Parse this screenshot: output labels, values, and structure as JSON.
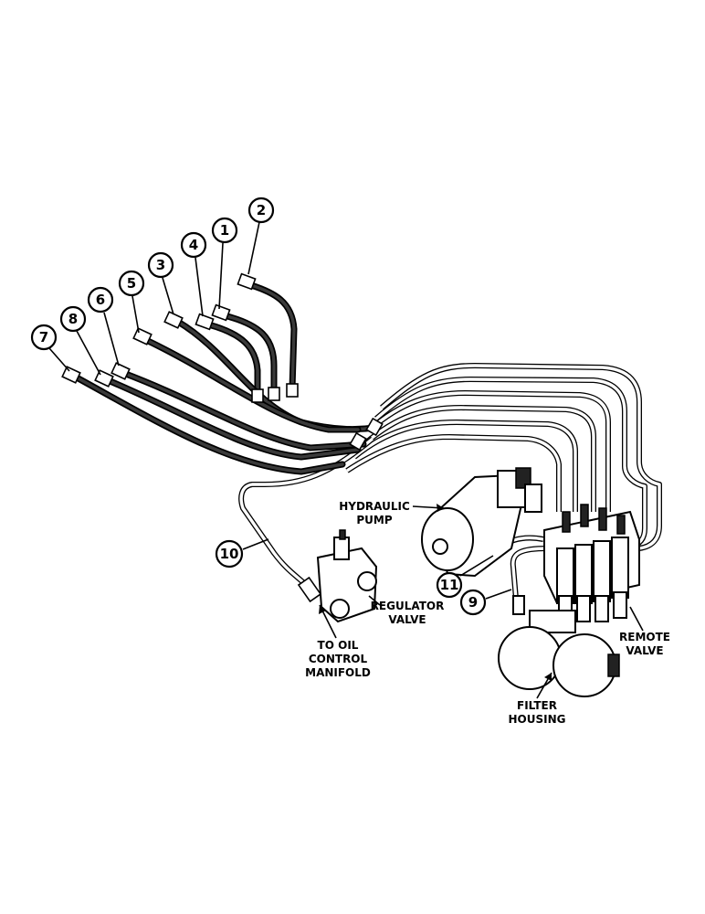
{
  "callouts": [
    "1",
    "2",
    "3",
    "4",
    "5",
    "6",
    "7",
    "8",
    "9",
    "10",
    "11"
  ],
  "labels": {
    "hydraulic_pump": [
      "HYDRAULIC",
      "PUMP"
    ],
    "regulator_valve": [
      "REGULATOR",
      "VALVE"
    ],
    "to_oil_control_manifold": [
      "TO OIL",
      "CONTROL",
      "MANIFOLD"
    ],
    "remote_valve": [
      "REMOTE",
      "VALVE"
    ],
    "filter_housing": [
      "FILTER",
      "HOUSING"
    ]
  },
  "colors": {
    "ink": "#000000",
    "paper": "#ffffff"
  }
}
